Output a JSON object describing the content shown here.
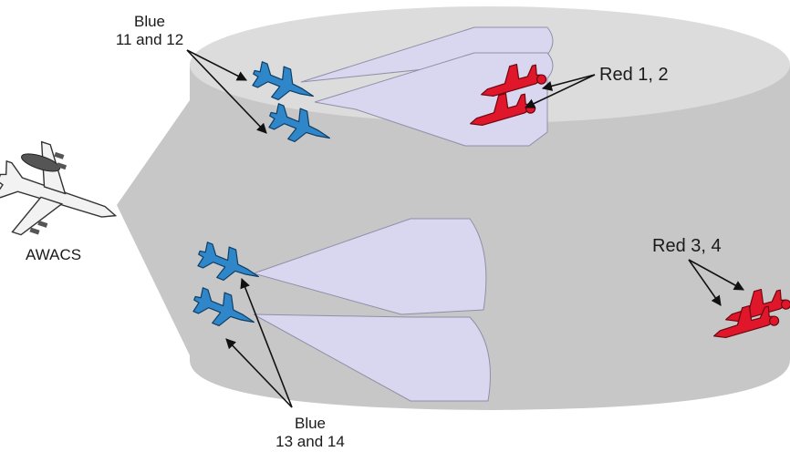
{
  "labels": {
    "blue_top_line1": "Blue",
    "blue_top_line2": "11 and 12",
    "red_top": "Red 1, 2",
    "awacs": "AWACS",
    "red_bottom": "Red 3, 4",
    "blue_bottom_line1": "Blue",
    "blue_bottom_line2": "13 and 14"
  },
  "colors": {
    "cylinder_body": "#c7c7c7",
    "cylinder_top": "#dcdcdc",
    "radar_fan": "#d9d6f0",
    "blue_aircraft": "#2f86c8",
    "red_aircraft": "#e0162b",
    "awacs": "#f2f2f2"
  }
}
